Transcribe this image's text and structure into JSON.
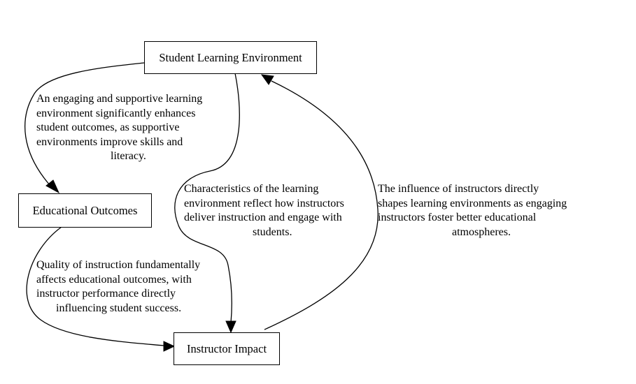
{
  "nodes": {
    "student_learning_environment": "Student Learning Environment",
    "educational_outcomes": "Educational Outcomes",
    "instructor_impact": "Instructor Impact"
  },
  "edges": {
    "environment_to_outcomes": [
      "An engaging and supportive learning",
      "environment significantly enhances",
      "student outcomes, as supportive",
      "environments improve skills and",
      "literacy."
    ],
    "environment_to_instructor": [
      "Characteristics of the learning",
      "environment reflect how instructors",
      "deliver instruction and engage with",
      "students."
    ],
    "outcomes_to_instructor": [
      "Quality of instruction fundamentally",
      "affects educational outcomes, with",
      "instructor performance directly",
      "influencing student success."
    ],
    "instructor_to_environment": [
      "The influence of instructors directly",
      "shapes learning environments as engaging",
      "instructors foster better educational",
      "atmospheres."
    ]
  }
}
